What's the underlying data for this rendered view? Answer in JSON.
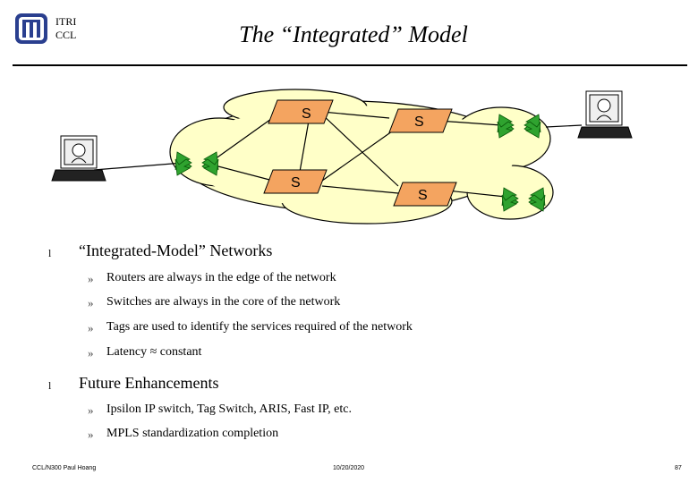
{
  "header": {
    "org_line1": "ITRI",
    "org_line2": "CCL",
    "title": "The “Integrated” Model"
  },
  "diagram": {
    "switch_label": "S"
  },
  "bullets": [
    {
      "text": "“Integrated-Model” Networks",
      "sub": [
        "Routers are always in the edge of the network",
        "Switches are always in the core of the network",
        "Tags are used to identify the services required of the network",
        "Latency ≈ constant"
      ]
    },
    {
      "text": "Future Enhancements",
      "sub": [
        "Ipsilon IP switch, Tag Switch, ARIS, Fast IP, etc.",
        "MPLS standardization completion"
      ]
    }
  ],
  "symbols": {
    "bullet": "l",
    "sub_bullet": "»"
  },
  "footer": {
    "left": "CCL/N300 Paul Hoang",
    "mid": "10/20/2020",
    "right": "87"
  }
}
